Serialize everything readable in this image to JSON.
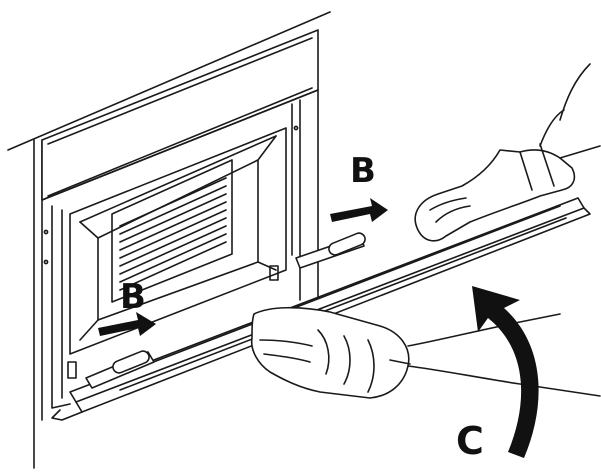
{
  "labels": {
    "b_upper": "B",
    "b_lower": "B",
    "c": "C"
  },
  "colors": {
    "line": "#1a1a1a",
    "fill": "#ffffff",
    "arrow": "#111111"
  },
  "icons": {
    "arrow_b_upper": "arrow-right-icon",
    "arrow_b_lower": "arrow-right-icon",
    "arrow_c": "curved-arrow-icon"
  }
}
